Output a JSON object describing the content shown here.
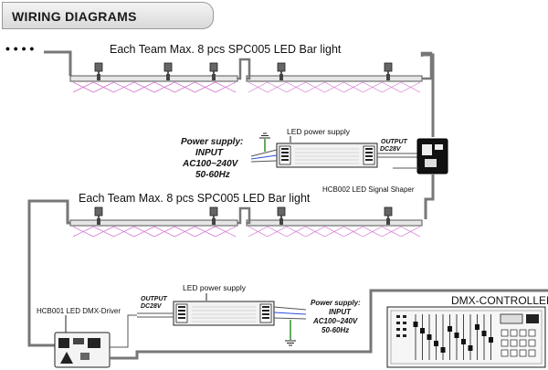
{
  "header": {
    "title": "WIRING DIAGRAMS"
  },
  "team_label": "Each Team  Max. 8 pcs SPC005  LED Bar light",
  "continuation": "• • • •",
  "upper": {
    "psu_label": "LED power supply",
    "output_line1": "OUTPUT",
    "output_line2": "DC28V",
    "power_line1": "Power supply:",
    "power_line2": "INPUT",
    "power_line3": "AC100~240V",
    "power_line4": "50-60Hz",
    "shaper_label": "HCB002 LED Signal Shaper"
  },
  "lower": {
    "psu_label": "LED power supply",
    "output_line1": "OUTPUT",
    "output_line2": "DC28V",
    "power_line1": "Power supply:",
    "power_line2": "INPUT",
    "power_line3": "AC100~240V",
    "power_line4": "50-60Hz",
    "driver_label": "HCB001  LED DMX-Driver"
  },
  "controller_label": "DMX-CONTROLLER",
  "colors": {
    "beam": "#d46fd0",
    "wire": "#555555",
    "ground": "#2f8f2f",
    "mains_blue": "#2a4fd8"
  }
}
